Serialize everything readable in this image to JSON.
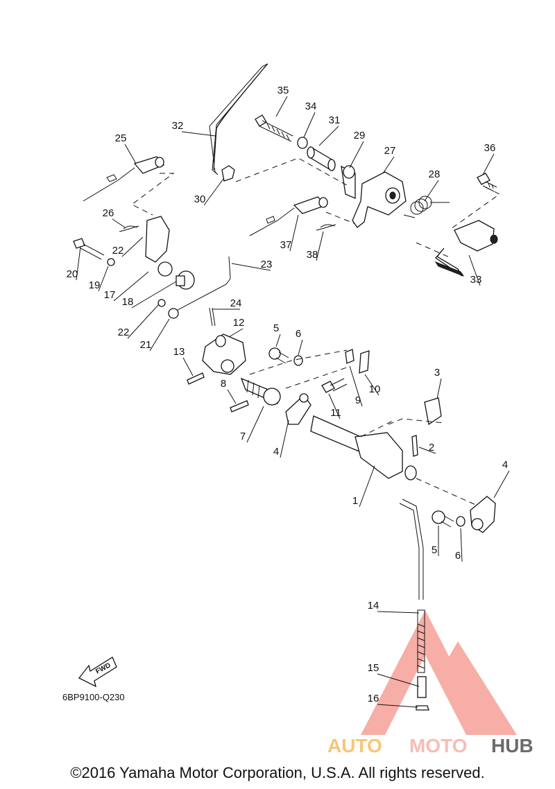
{
  "diagram": {
    "part_code": "6BP9100-Q230",
    "fwd_label": "FWD",
    "callouts": [
      "1",
      "2",
      "3",
      "4",
      "4",
      "5",
      "5",
      "6",
      "6",
      "7",
      "8",
      "9",
      "10",
      "11",
      "12",
      "13",
      "14",
      "15",
      "16",
      "17",
      "18",
      "19",
      "20",
      "21",
      "22",
      "22",
      "23",
      "24",
      "25",
      "26",
      "27",
      "28",
      "29",
      "30",
      "31",
      "32",
      "33",
      "34",
      "35",
      "36",
      "37",
      "38"
    ]
  },
  "watermark": {
    "brand_part1": "AUTO",
    "brand_part2": "MOTO",
    "brand_part3": "HUB",
    "colors": {
      "auto": "#f6b24a",
      "moto": "#f5a89a",
      "hub": "#3a3a3a",
      "triangle": "#f08a80"
    }
  },
  "footer": {
    "copyright": "©2016 Yamaha Motor Corporation, U.S.A. All rights reserved."
  }
}
